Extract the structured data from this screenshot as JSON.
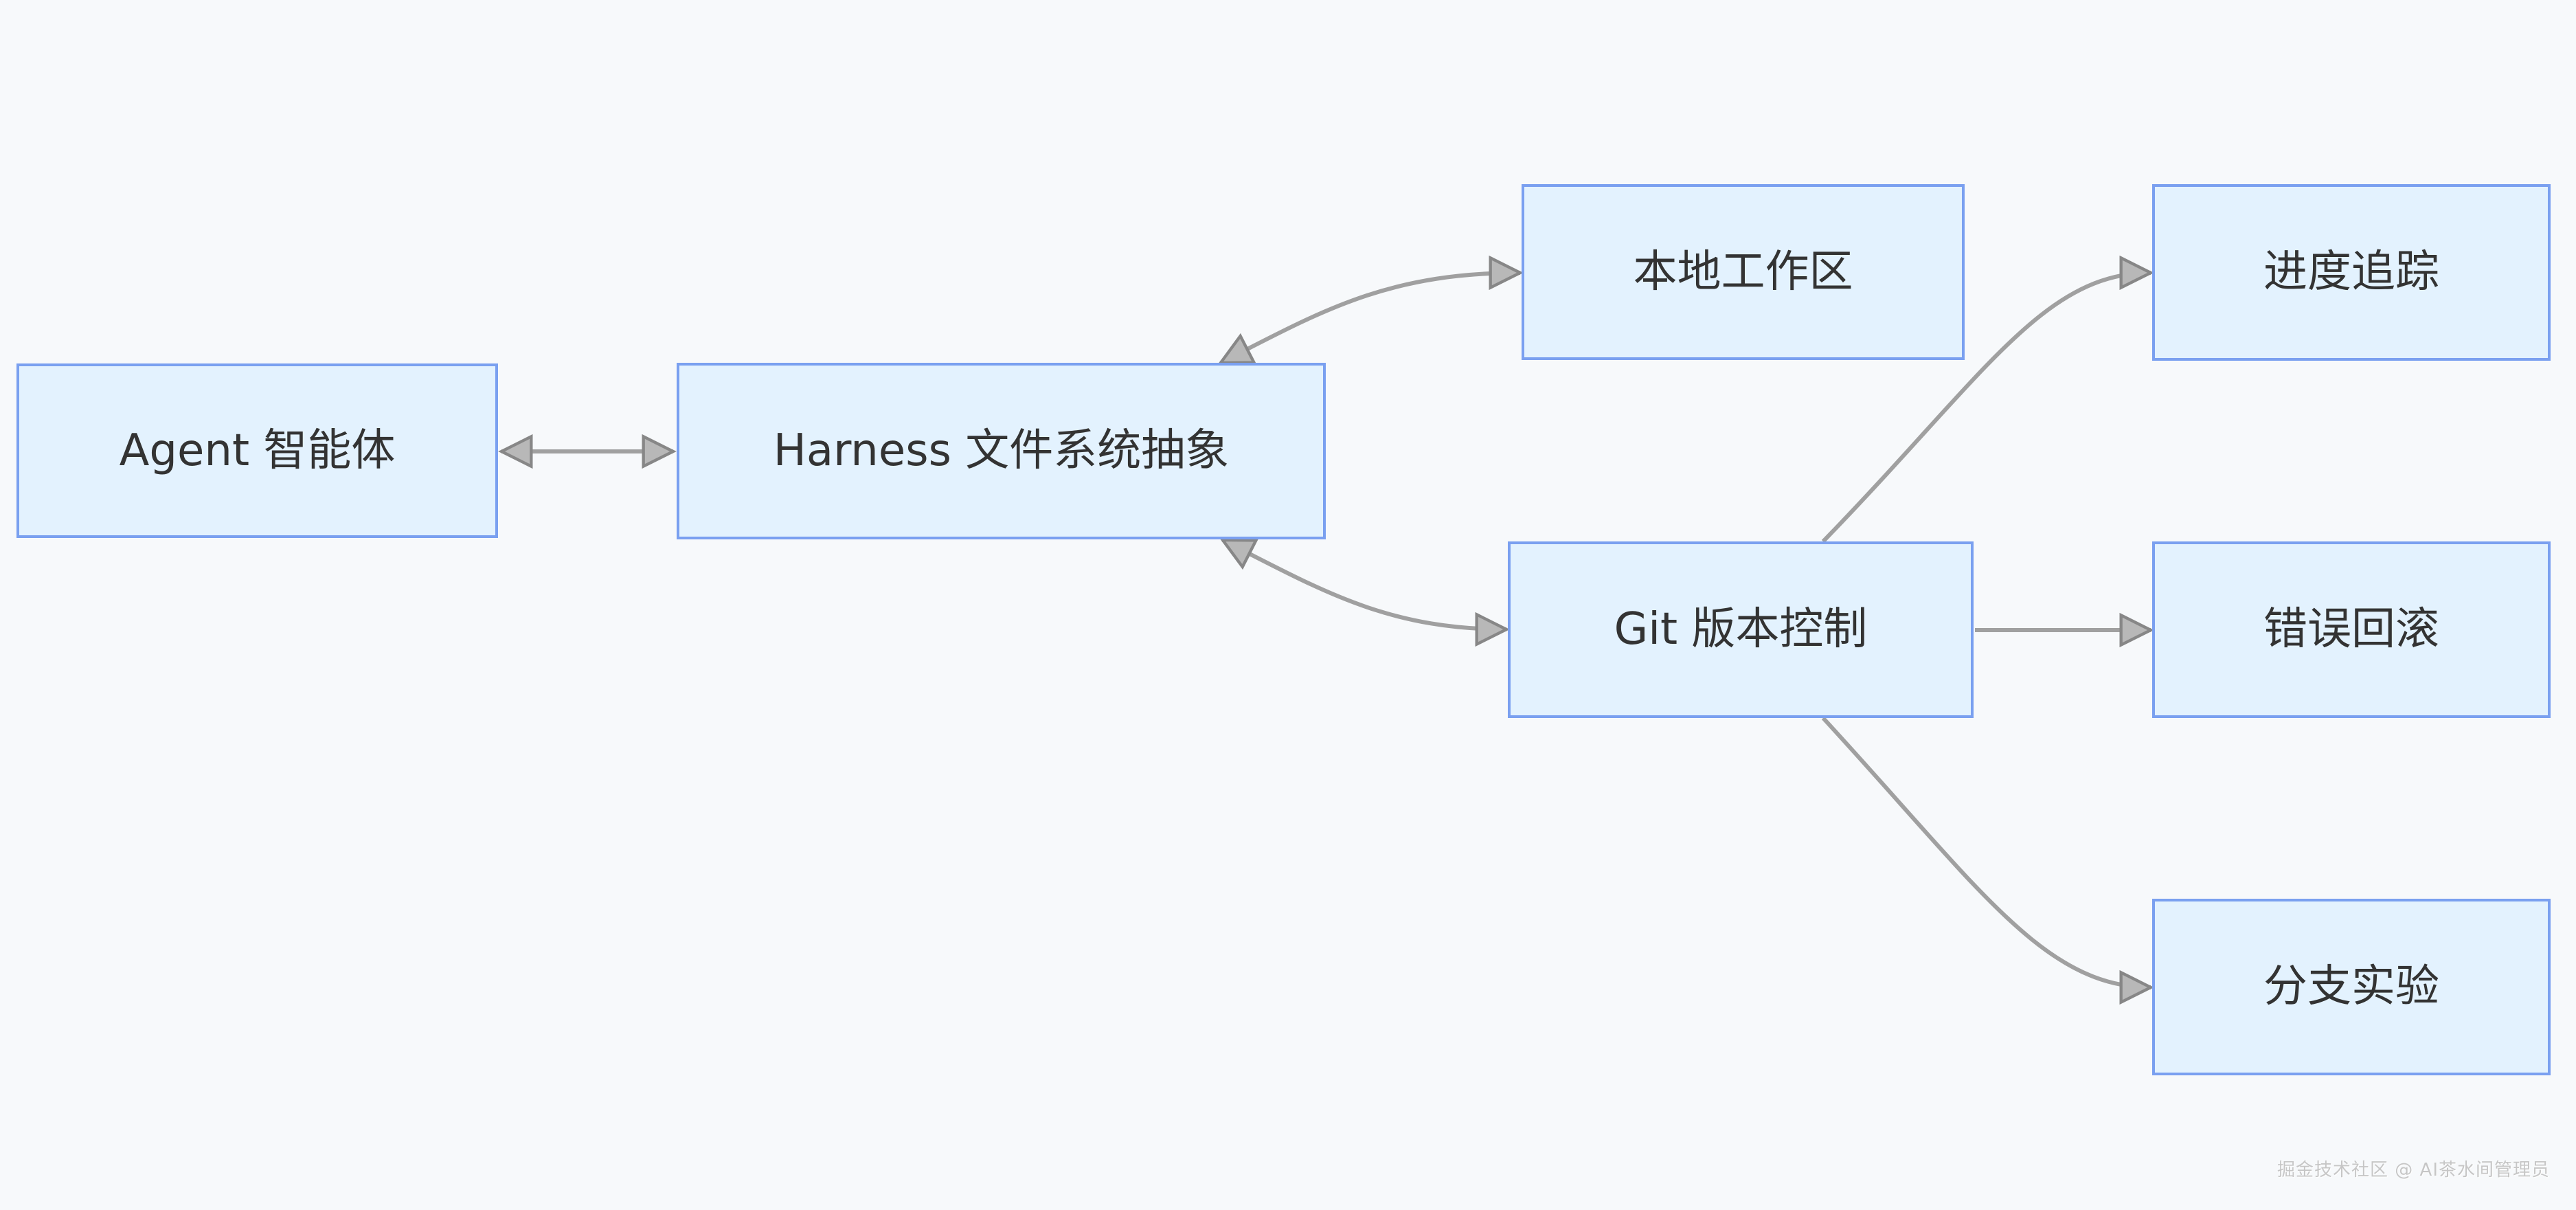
{
  "diagram": {
    "nodes": [
      {
        "id": "agent",
        "label": "Agent 智能体"
      },
      {
        "id": "harness",
        "label": "Harness 文件系统抽象"
      },
      {
        "id": "workspace",
        "label": "本地工作区"
      },
      {
        "id": "git",
        "label": "Git 版本控制"
      },
      {
        "id": "progress",
        "label": "进度追踪"
      },
      {
        "id": "rollback",
        "label": "错误回滚"
      },
      {
        "id": "branch",
        "label": "分支实验"
      }
    ],
    "edges": [
      {
        "from": "agent",
        "to": "harness",
        "bidirectional": true
      },
      {
        "from": "harness",
        "to": "workspace",
        "bidirectional": true
      },
      {
        "from": "harness",
        "to": "git",
        "bidirectional": true
      },
      {
        "from": "git",
        "to": "progress",
        "bidirectional": false
      },
      {
        "from": "git",
        "to": "rollback",
        "bidirectional": false
      },
      {
        "from": "git",
        "to": "branch",
        "bidirectional": false
      }
    ],
    "colors": {
      "background": "#f7f9fb",
      "node_fill": "#e3f2fe",
      "node_border": "#7aa0f0",
      "edge": "#a0a0a0",
      "arrow_fill": "#b8b8b8",
      "arrow_stroke": "#878787",
      "text": "#333333",
      "watermark": "#c6c6c6"
    }
  },
  "watermark": {
    "text": "掘金技术社区 @ AI茶水间管理员"
  }
}
